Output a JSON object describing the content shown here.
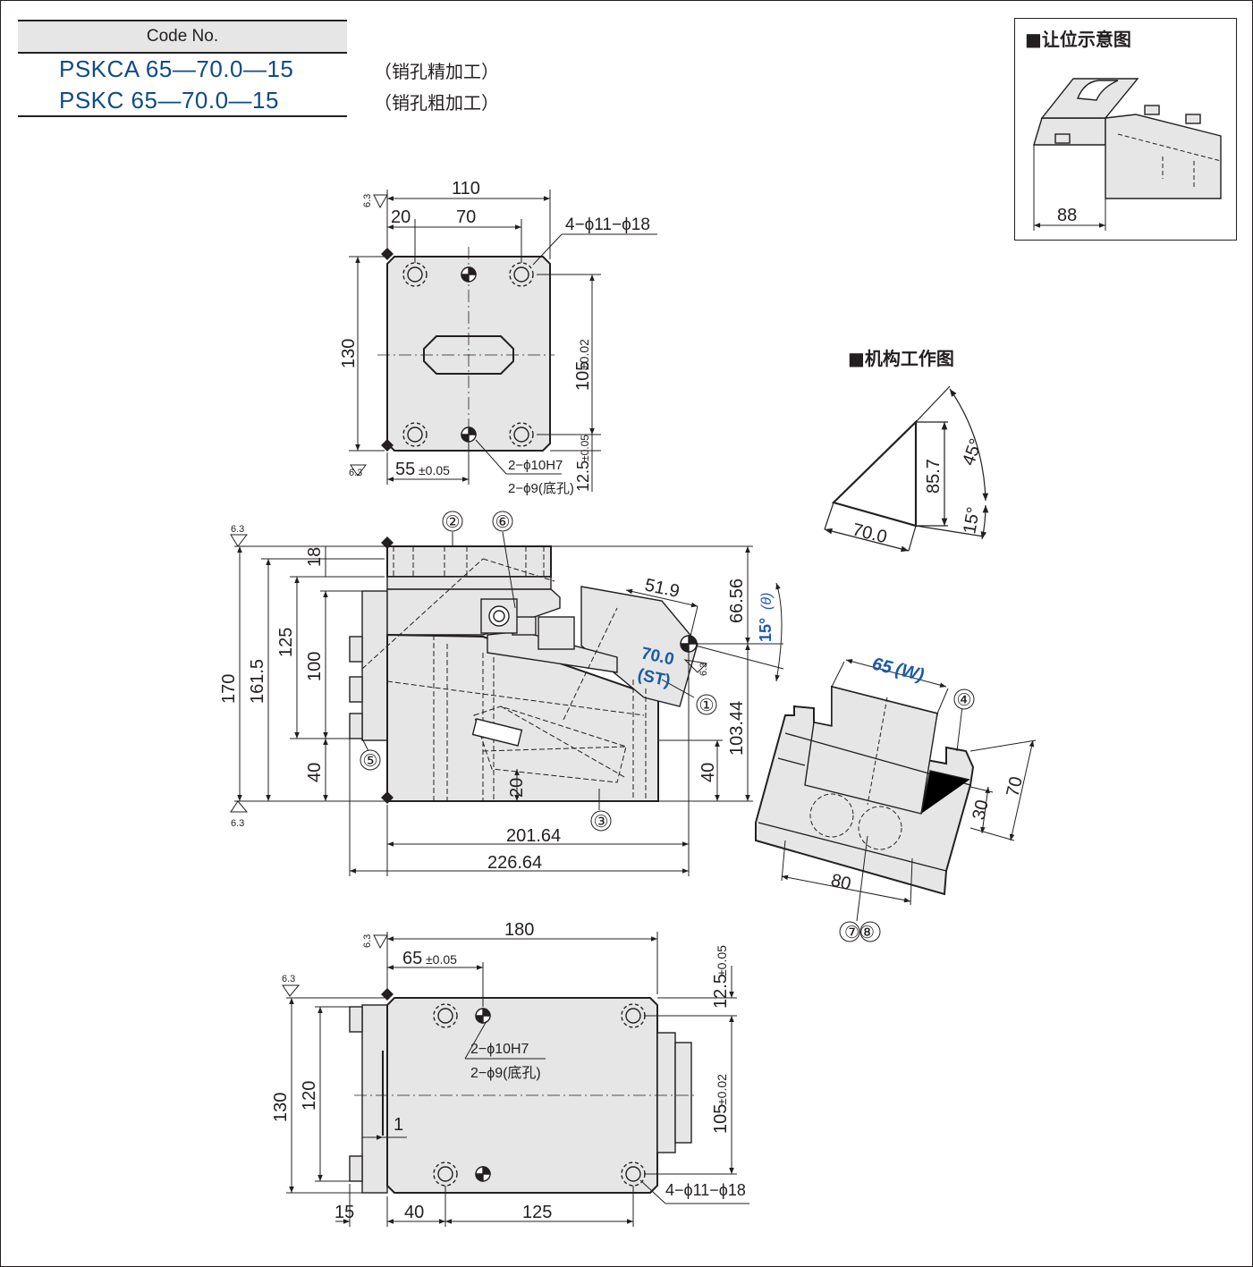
{
  "header": {
    "code_label": "Code No.",
    "code1": "PSKCA 65—70.0—15",
    "code2": "PSKC 65—70.0—15",
    "note1": "（销孔精加工）",
    "note2": "（销孔粗加工）"
  },
  "legend": {
    "title": "■让位示意图",
    "dim": "88"
  },
  "mechanism": {
    "title": "■机构工作图",
    "dim_h": "85.7",
    "dim_base": "70.0",
    "angle_45": "45°",
    "angle_15": "15°"
  },
  "top_view": {
    "roughness": "6.3",
    "dim_110": "110",
    "dim_20": "20",
    "dim_70": "70",
    "holes": "4−ϕ11−ϕ18",
    "dim_130": "130",
    "dim_105": "105",
    "tol_105": "±0.02",
    "dim_55": "55",
    "tol_55": "±0.05",
    "pin1": "2−ϕ10H7",
    "pin2": "2−ϕ9(底孔)",
    "dim_12_5": "12.5",
    "tol_12_5": "±0.05"
  },
  "side_view": {
    "roughness": "6.3",
    "dim_170": "170",
    "dim_161_5": "161.5",
    "dim_125": "125",
    "dim_100": "100",
    "dim_40": "40",
    "dim_18": "18",
    "dim_20": "20",
    "dim_51_9": "51.9",
    "dim_66_56": "66.56",
    "dim_103_44": "103.44",
    "dim_40r": "40",
    "dim_201_64": "201.64",
    "dim_226_64": "226.64",
    "stroke": "70.0",
    "stroke_label": "(ST)",
    "angle": "15°",
    "angle_label": "(θ)",
    "items": [
      "①",
      "②",
      "③",
      "④",
      "⑤",
      "⑥",
      "⑦⑧"
    ]
  },
  "iso_view": {
    "width": "65",
    "width_label": "(W)",
    "dim_70": "70",
    "dim_30": "30",
    "dim_80": "80"
  },
  "bottom_view": {
    "roughness": "6.3",
    "dim_180": "180",
    "dim_65": "65",
    "tol_65": "±0.05",
    "pin1": "2−ϕ10H7",
    "pin2": "2−ϕ9(底孔)",
    "dim_12_5": "12.5",
    "tol_12_5": "±0.05",
    "dim_105": "105",
    "tol_105": "±0.02",
    "dim_130": "130",
    "dim_120": "120",
    "dim_1": "1",
    "dim_15": "15",
    "dim_40": "40",
    "dim_125": "125",
    "holes": "4−ϕ11−ϕ18"
  }
}
